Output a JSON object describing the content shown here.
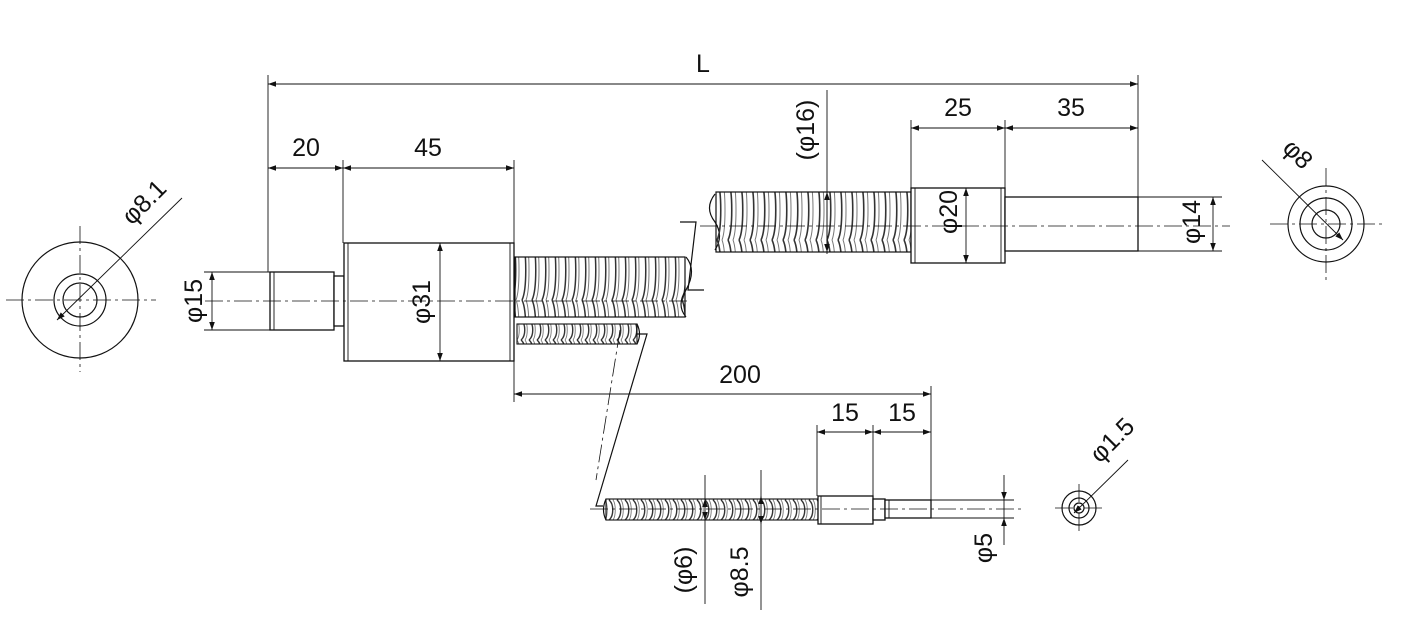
{
  "dimensions": {
    "overall_length": "L",
    "left_end_length": "20",
    "nut_length": "45",
    "right_collar_length": "25",
    "right_end_length": "35",
    "left_end_dia": "φ15",
    "nut_dia": "φ31",
    "thread_dia_ref": "(φ16)",
    "collar_dia": "φ20",
    "right_end_dia": "φ14",
    "left_view_dia": "φ8.1",
    "right_view_dia": "φ8",
    "small_length": "200",
    "small_collar_length": "15",
    "small_end_length": "15",
    "small_thread_ref": "(φ6)",
    "small_thread_dia": "φ8.5",
    "small_end_dia": "φ5",
    "small_view_dia": "φ1.5"
  }
}
